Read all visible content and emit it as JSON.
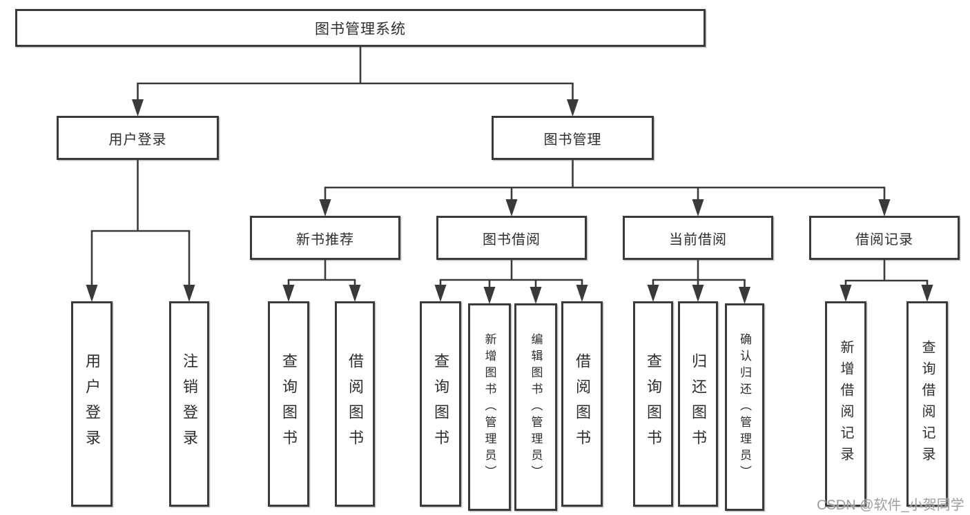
{
  "diagram": {
    "title": "图书管理系统",
    "watermark": "CSDN @软件_小贺同学",
    "nodes": [
      {
        "id": "root",
        "label": "图书管理系统",
        "level": 1,
        "orientation": "horizontal"
      },
      {
        "id": "user-login",
        "label": "用户登录",
        "level": 2,
        "orientation": "horizontal"
      },
      {
        "id": "book-mgmt",
        "label": "图书管理",
        "level": 2,
        "orientation": "horizontal"
      },
      {
        "id": "new-book-rec",
        "label": "新书推荐",
        "level": 3,
        "orientation": "horizontal"
      },
      {
        "id": "book-borrow",
        "label": "图书借阅",
        "level": 3,
        "orientation": "horizontal"
      },
      {
        "id": "current-borrow",
        "label": "当前借阅",
        "level": 3,
        "orientation": "horizontal"
      },
      {
        "id": "borrow-records",
        "label": "借阅记录",
        "level": 3,
        "orientation": "horizontal"
      },
      {
        "id": "user-login-leaf",
        "label": "用户登录",
        "level": 4,
        "orientation": "vertical"
      },
      {
        "id": "logout-leaf",
        "label": "注销登录",
        "level": 4,
        "orientation": "vertical"
      },
      {
        "id": "nbr-query",
        "label": "查询图书",
        "level": 4,
        "orientation": "vertical"
      },
      {
        "id": "nbr-borrow",
        "label": "借阅图书",
        "level": 4,
        "orientation": "vertical"
      },
      {
        "id": "bb-query",
        "label": "查询图书",
        "level": 4,
        "orientation": "vertical"
      },
      {
        "id": "bb-add",
        "label": "新增图书（管理员）",
        "level": 4,
        "orientation": "vertical"
      },
      {
        "id": "bb-edit",
        "label": "编辑图书（管理员）",
        "level": 4,
        "orientation": "vertical"
      },
      {
        "id": "bb-borrow",
        "label": "借阅图书",
        "level": 4,
        "orientation": "vertical"
      },
      {
        "id": "cb-query",
        "label": "查询图书",
        "level": 4,
        "orientation": "vertical"
      },
      {
        "id": "cb-return",
        "label": "归还图书",
        "level": 4,
        "orientation": "vertical"
      },
      {
        "id": "cb-confirm",
        "label": "确认归还（管理员）",
        "level": 4,
        "orientation": "vertical"
      },
      {
        "id": "br-add",
        "label": "新增借阅记录",
        "level": 4,
        "orientation": "vertical"
      },
      {
        "id": "br-query",
        "label": "查询借阅记录",
        "level": 4,
        "orientation": "vertical"
      }
    ],
    "edges": [
      {
        "from": "root",
        "to": [
          "user-login",
          "book-mgmt"
        ]
      },
      {
        "from": "user-login",
        "to": [
          "user-login-leaf",
          "logout-leaf"
        ]
      },
      {
        "from": "book-mgmt",
        "to": [
          "new-book-rec",
          "book-borrow",
          "current-borrow",
          "borrow-records"
        ]
      },
      {
        "from": "new-book-rec",
        "to": [
          "nbr-query",
          "nbr-borrow"
        ]
      },
      {
        "from": "book-borrow",
        "to": [
          "bb-query",
          "bb-add",
          "bb-edit",
          "bb-borrow"
        ]
      },
      {
        "from": "current-borrow",
        "to": [
          "cb-query",
          "cb-return",
          "cb-confirm"
        ]
      },
      {
        "from": "borrow-records",
        "to": [
          "br-add",
          "br-query"
        ]
      }
    ],
    "colors": {
      "line": "#3a3a3a",
      "text": "#2d2d2d",
      "background": "#ffffff",
      "watermark": "#949494"
    }
  }
}
